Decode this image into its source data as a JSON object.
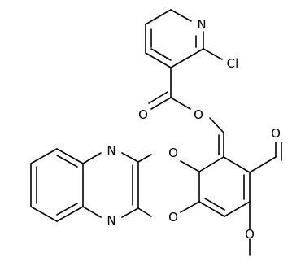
{
  "atoms": {
    "pyridine_n": "N",
    "chlorine": "Cl",
    "ester_o_top": "O",
    "carbonyl_o_left": "O",
    "bridge_o_upper": "O",
    "bridge_o_lower": "O",
    "pyrazine_n_upper": "N",
    "pyrazine_n_lower": "N",
    "carbonyl_o_right": "O",
    "methoxy_o": "O"
  },
  "colors": {
    "bond": "#000000",
    "label": "#000000",
    "background": "#ffffff"
  }
}
